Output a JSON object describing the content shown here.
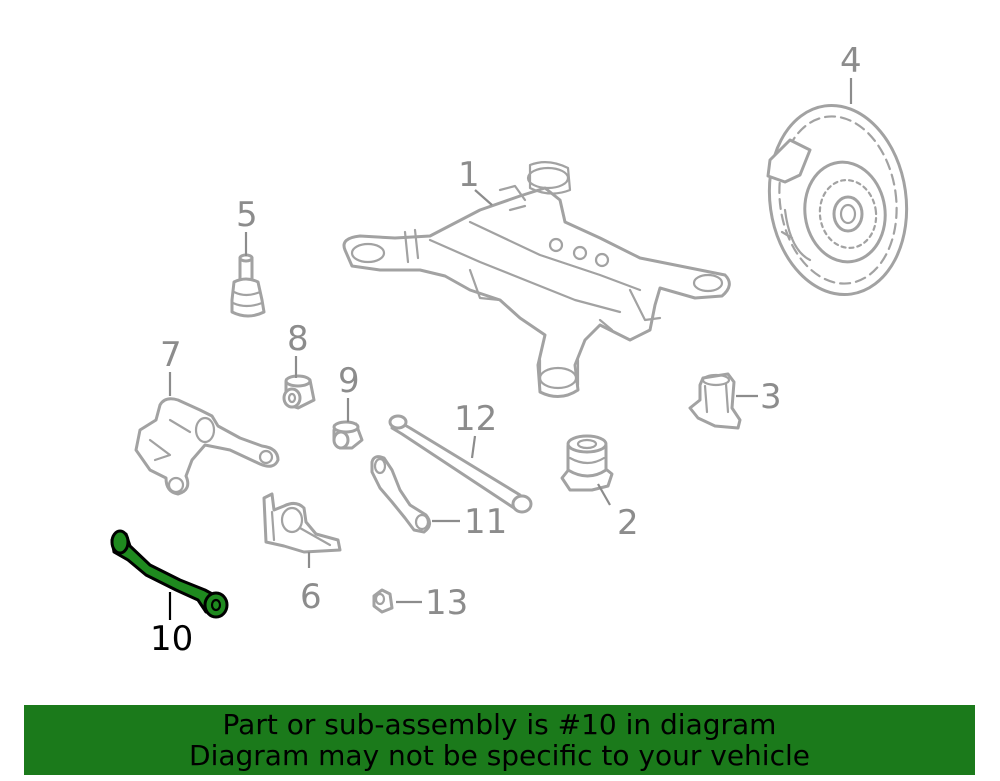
{
  "diagram": {
    "highlight_color": "#1f8a1f",
    "parts": [
      {
        "number": "1"
      },
      {
        "number": "2"
      },
      {
        "number": "3"
      },
      {
        "number": "4"
      },
      {
        "number": "5"
      },
      {
        "number": "6"
      },
      {
        "number": "7"
      },
      {
        "number": "8"
      },
      {
        "number": "9"
      },
      {
        "number": "10"
      },
      {
        "number": "11"
      },
      {
        "number": "12"
      },
      {
        "number": "13"
      }
    ]
  },
  "banner": {
    "line1": "Part or sub-assembly is #10 in diagram",
    "line2": "Diagram may not be specific to your vehicle",
    "background": "#1b7a1b"
  }
}
